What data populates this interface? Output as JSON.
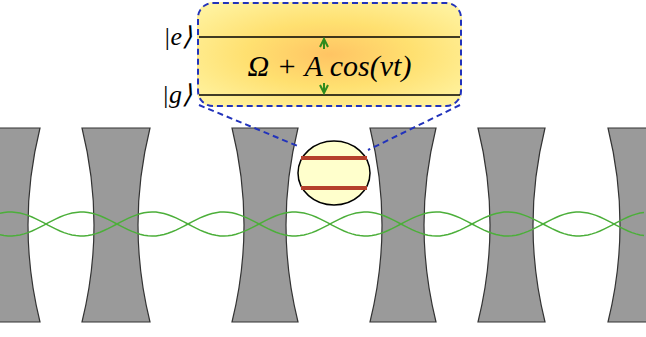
{
  "diagram": {
    "nodes": [
      {
        "text": [
          "Ω + A cos(νt)"
        ]
      }
    ],
    "labels": [
      "|e⟩",
      "|g⟩"
    ]
  }
}
